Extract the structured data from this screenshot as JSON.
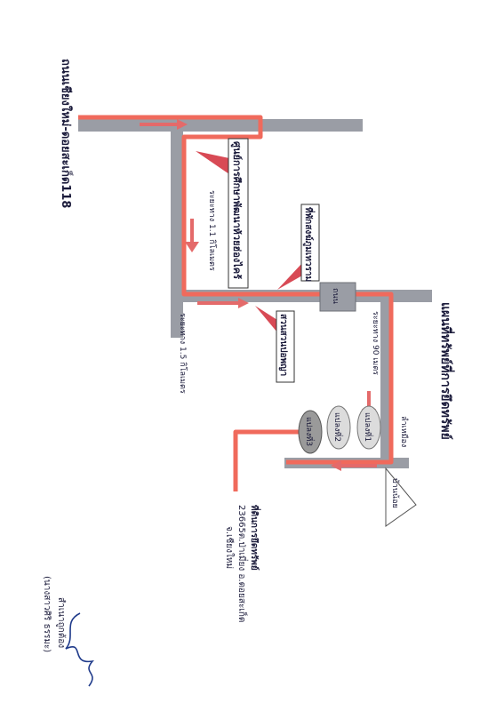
{
  "map": {
    "title": "แผนที่ทรัพย์ที่การยึดทรัพย์",
    "road_main": "ถนนเชียงใหม่-ดอยสะเก็ด118",
    "center_label": "ศูนย์การศึกษาพัฒนาห้วยฮ่องไคร้",
    "temple_label": "ที่พักสงฆ์ภูมเทวราม",
    "park_label": "สวนสวนปอพญา",
    "village_road_label": "ถนน",
    "distance_1": "ระยะทาง 1.1 กิโลเมตร",
    "distance_2": "ระยะทาง 1.5 กิโลเมตร",
    "distance_3": "ระยะทาง 90 เมตร",
    "stream_label": "ลำเหมือง",
    "house_label": "บ้านน้อย",
    "plots": [
      "แปลงที่1",
      "แปลงที่2",
      "แปลงที่3"
    ],
    "seized_title": "ที่ดินการยึดทรัพย์",
    "seized_address_1": "23665ต.ป่าเมี่ยง อ.ดอยสะเก็ด",
    "seized_address_2": "จ.เชียงใหม่",
    "signature_caption": "สำเนาถูกต้อง",
    "signer_name": "(นางสาวศิริ ธรรมะ)",
    "colors": {
      "road": "#9a9da5",
      "route": "#f06a5c",
      "callout": "#d84a55",
      "plot_light": "#dcdcdc",
      "plot_dark": "#9a9a9a",
      "ink": "#1f3a8a"
    }
  }
}
